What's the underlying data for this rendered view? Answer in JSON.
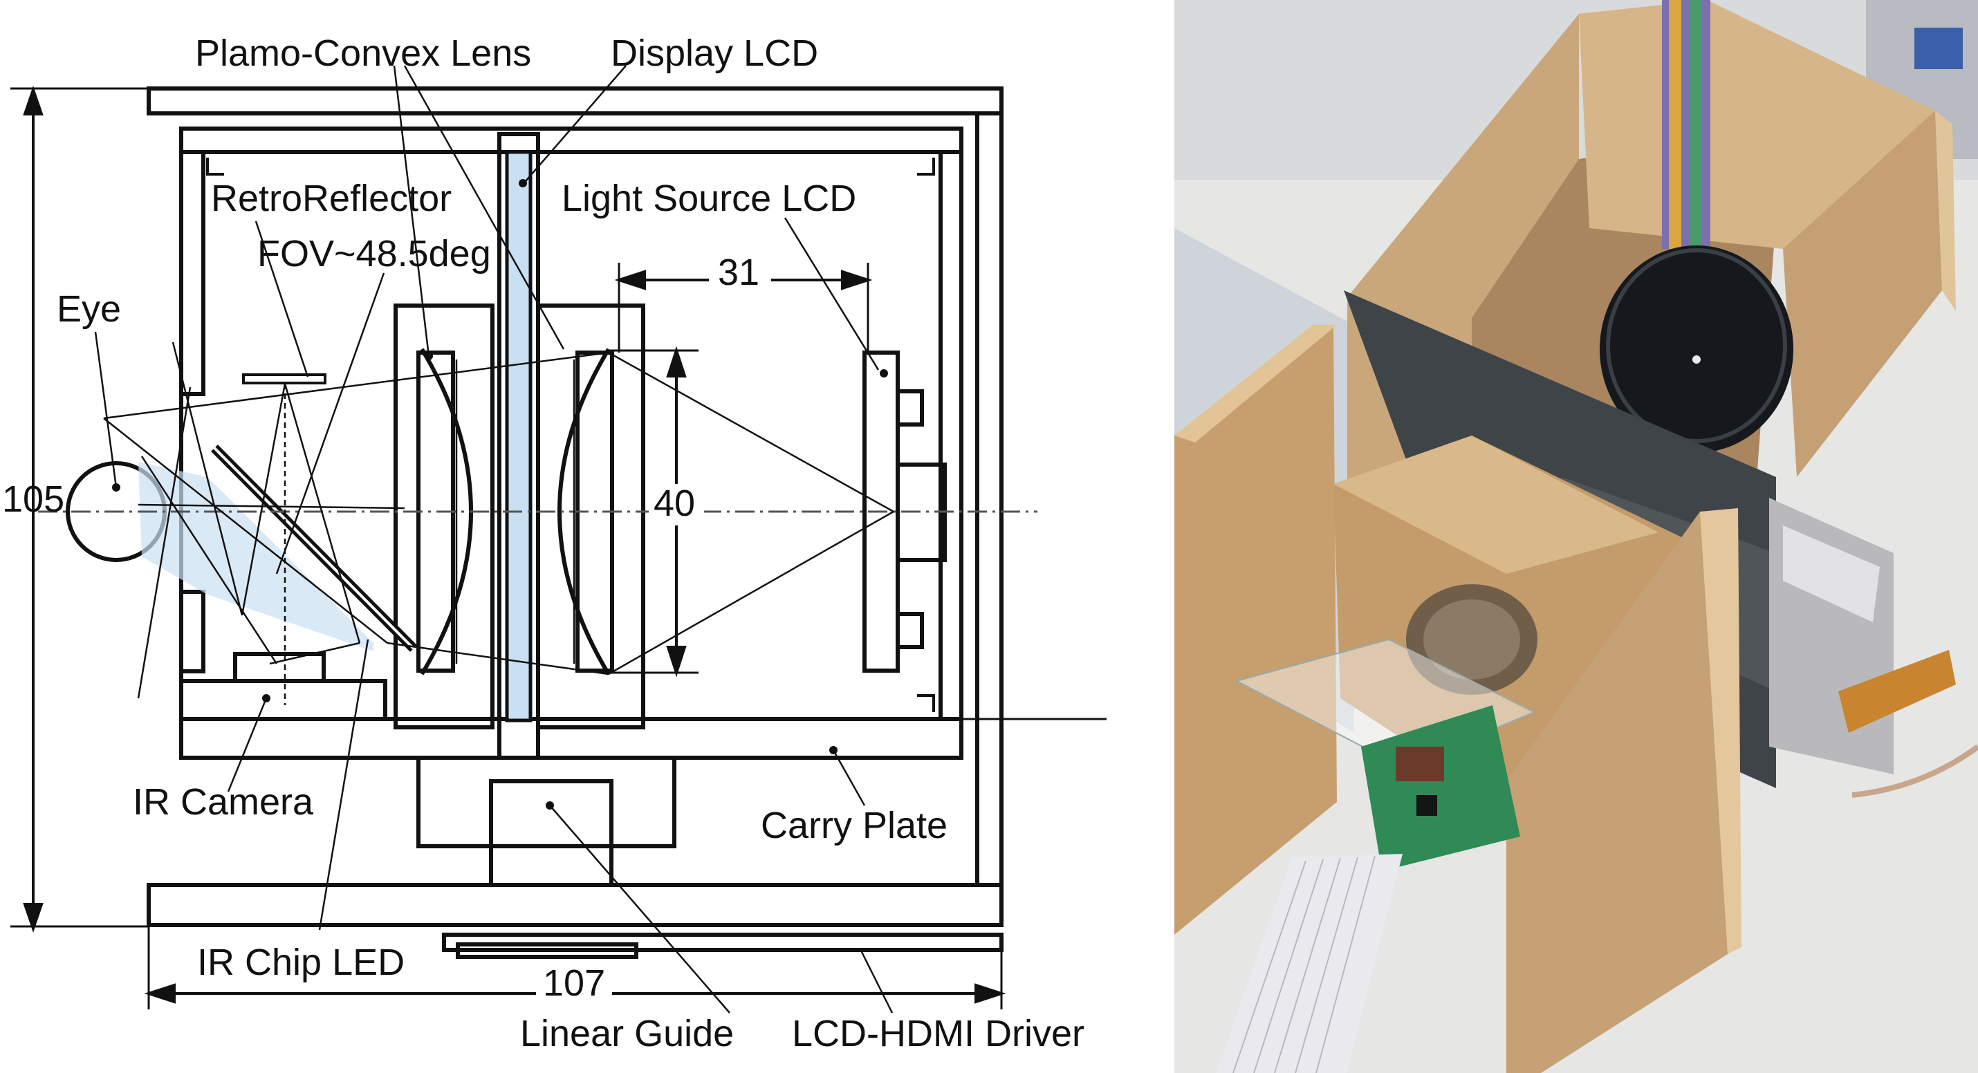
{
  "diagram": {
    "labels": {
      "plano_convex_lens": "Plamo-Convex Lens",
      "display_lcd": "Display LCD",
      "retro_reflector": "RetroReflector",
      "fov": "FOV~48.5deg",
      "light_source_lcd": "Light Source LCD",
      "eye": "Eye",
      "ir_camera": "IR Camera",
      "carry_plate": "Carry Plate",
      "ir_chip_led": "IR Chip LED",
      "linear_guide": "Linear Guide",
      "lcd_hdmi_driver": "LCD-HDMI Driver"
    },
    "dimensions": {
      "height": "105",
      "width": "107",
      "lens_gap": "31",
      "aperture": "40"
    }
  },
  "photo": {
    "subject": "prototype-device-photo"
  },
  "colors": {
    "line": "#111111",
    "beam": "#c9dff2",
    "mdf_light": "#d2b48c",
    "mdf_dark": "#8a6b45",
    "mirror": "#3f4448",
    "pcb": "#2f8a55",
    "ribbon": "#e9e9ee",
    "bench": "#e6e6e4"
  }
}
